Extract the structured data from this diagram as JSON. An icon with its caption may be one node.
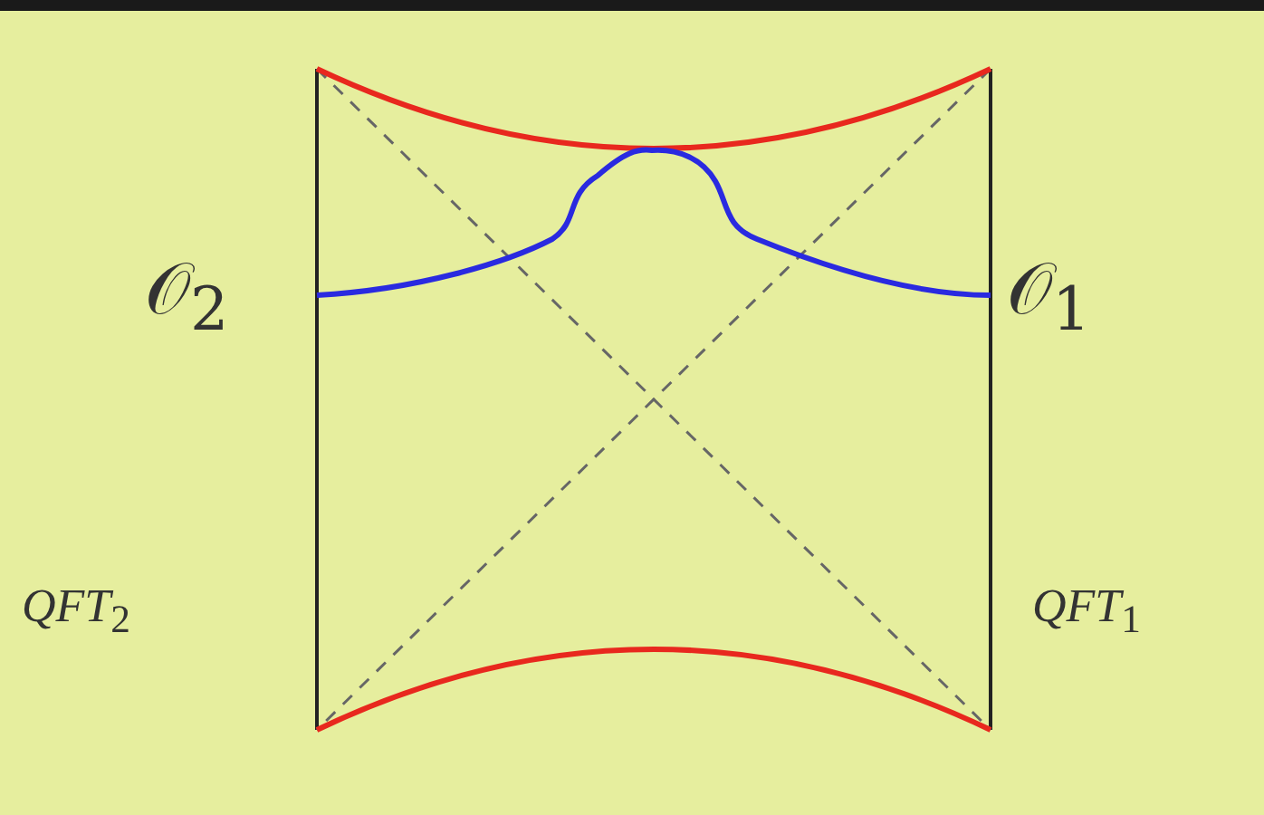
{
  "diagram": {
    "labels": [
      "𝒪$_{2}$",
      "𝒪$_{1}$",
      "*QFT*$_{2}$",
      "*QFT*$_{1}$"
    ]
  }
}
